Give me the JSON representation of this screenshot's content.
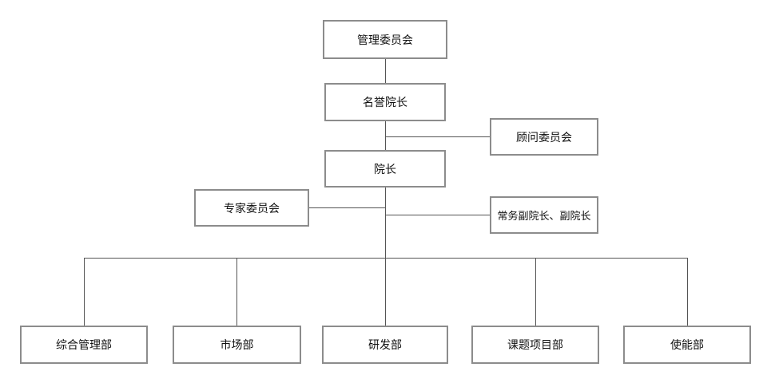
{
  "org": {
    "management_committee": "管理委员会",
    "honorary_president": "名誉院长",
    "advisory_committee": "顾问委员会",
    "president": "院长",
    "expert_committee": "专家委员会",
    "vice_presidents": "常务副院长、副院长",
    "departments": [
      "综合管理部",
      "市场部",
      "研发部",
      "课题项目部",
      "使能部"
    ]
  }
}
